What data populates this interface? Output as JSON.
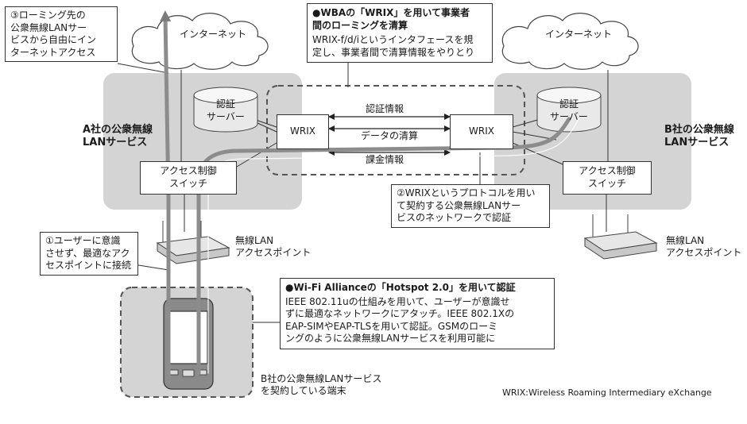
{
  "diagram": {
    "cloud_left_label": "インターネット",
    "cloud_right_label": "インターネット",
    "roaming_note_lines": [
      "③ローミング先の",
      "公衆無線LANサー",
      "ビスから自由にイン",
      "ターネットアクセス"
    ],
    "wba_title_lines": [
      "●WBAの「WRIX」を用いて事業者",
      "間のローミングを清算"
    ],
    "wba_body_lines": [
      "WRIX-f/d/iというインタフェースを規",
      "定し、事業者間で清算情報をやりとり"
    ],
    "company_a_lines": [
      "A社の公衆無線",
      "LANサービス"
    ],
    "company_b_lines": [
      "B社の公衆無線",
      "LANサービス"
    ],
    "auth_server_a_lines": [
      "認証",
      "サーバー"
    ],
    "auth_server_b_lines": [
      "認証",
      "サーバー"
    ],
    "wrix_left": "WRIX",
    "wrix_right": "WRIX",
    "flow_auth": "認証情報",
    "flow_data": "データの清算",
    "flow_billing": "課金情報",
    "switch_a_lines": [
      "アクセス制御",
      "スイッチ"
    ],
    "switch_b_lines": [
      "アクセス制御",
      "スイッチ"
    ],
    "wrix_protocol_note_lines": [
      "②WRIXというプロトコルを用い",
      "て契約する公衆無線LANサー",
      "ビスのネットワークで認証"
    ],
    "ap_a_lines": [
      "無線LAN",
      "アクセスポイント"
    ],
    "ap_b_lines": [
      "無線LAN",
      "アクセスポイント"
    ],
    "user_note_lines": [
      "①ユーザーに意識",
      "させず、最適なアク",
      "セスポイントに接続"
    ],
    "hotspot_title": "●Wi-Fi Allianceの「Hotspot 2.0」を用いて認証",
    "hotspot_body_lines": [
      "IEEE 802.11uの仕組みを用いて、ユーザーが意識せ",
      "ずに最適なネットワークにアタッチ。IEEE 802.1Xの",
      "EAP-SIMやEAP-TLSを用いて認証。GSMのローミ",
      "ングのように公衆無線LANサービスを利用可能に"
    ],
    "terminal_lines": [
      "B社の公衆無線LANサービス",
      "を契約している端末"
    ],
    "footnote": "WRIX:Wireless Roaming Intermediary eXchange"
  },
  "colors": {
    "service_area": "#d4d4d4",
    "cloud_fill": "#ffffff",
    "path_gray": "#8c8c8c",
    "line": "#333333"
  }
}
